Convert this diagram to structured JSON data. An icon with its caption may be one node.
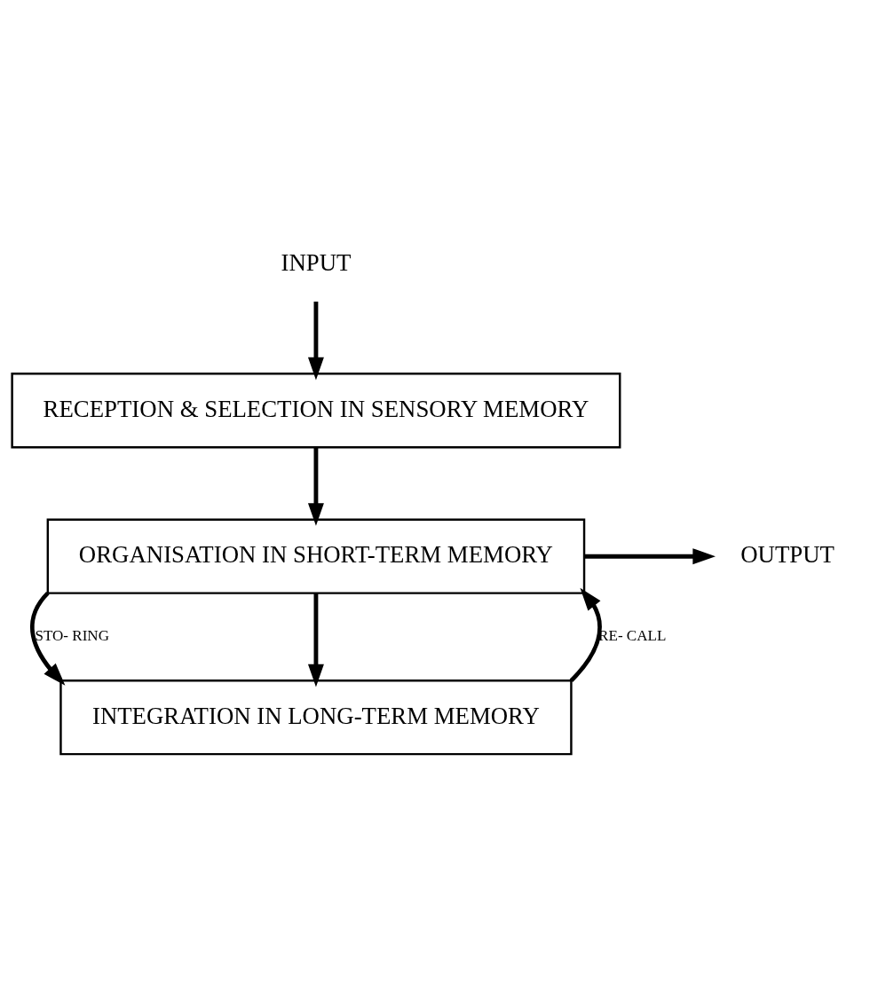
{
  "diagram": {
    "nodes": [
      {
        "text": [
          "INPUT"
        ]
      },
      {
        "text": [
          "RECEPTION & SELECTION IN SENSORY MEMORY"
        ]
      },
      {
        "text": [
          "ORGANISATION IN SHORT-TERM MEMORY"
        ]
      },
      {
        "text": [
          "OUTPUT"
        ]
      },
      {
        "text": [
          "INTEGRATION IN LONG-TERM MEMORY"
        ]
      }
    ],
    "edges": [
      {
        "from": 0,
        "to": 1,
        "arrow": "to"
      },
      {
        "from": 1,
        "to": 2,
        "arrow": "to"
      },
      {
        "from": 2,
        "to": 3,
        "arrow": "to"
      },
      {
        "from": 2,
        "to": 4,
        "arrow": "to",
        "label": "STO- RING"
      },
      {
        "from": 2,
        "to": 4,
        "arrow": "to"
      },
      {
        "from": 4,
        "to": 2,
        "arrow": "to",
        "label": "RE- CALL"
      }
    ]
  }
}
